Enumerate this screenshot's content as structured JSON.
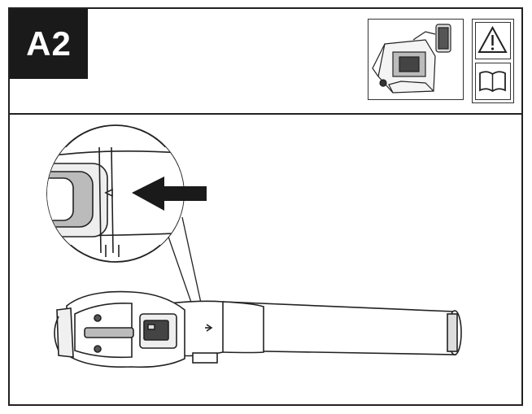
{
  "step": {
    "label": "A2",
    "badge_color": "#1a1a1a"
  },
  "header_icons": [
    {
      "name": "warning-icon"
    },
    {
      "name": "manual-book-icon"
    }
  ],
  "illustration": {
    "subject": "leaf-blower-top-view",
    "callout": "magnified-detail",
    "pointer": "arrow-icon"
  }
}
